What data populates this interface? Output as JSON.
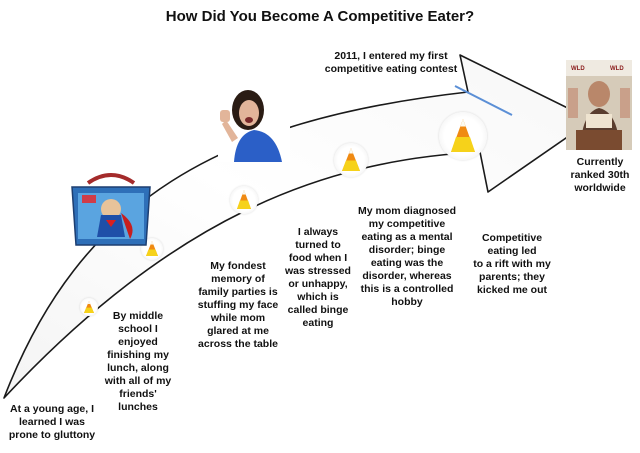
{
  "title": "How Did You Become A Competitive Eater?",
  "milestones": [
    {
      "text": "At a young age, I\nlearned I was\nprone to gluttony"
    },
    {
      "text": "By middle\nschool I\nenjoyed\nfinishing my\nlunch, along\nwith all of my\nfriends'\nlunches"
    },
    {
      "text": "My fondest\nmemory of\nfamily parties is\nstuffing my face\nwhile mom\nglared at me\nacross the table"
    },
    {
      "text": "I always\nturned to\nfood when I\nwas stressed\nor unhappy,\nwhich is\ncalled binge\neating"
    },
    {
      "text": "My mom diagnosed\nmy competitive\neating as a mental\ndisorder; binge\neating was the\ndisorder, whereas\nthis is a controlled\nhobby"
    },
    {
      "text": "Competitive\neating led\nto a rift with my\nparents; they\nkicked me out"
    }
  ],
  "callout": {
    "text": "2011, I entered my first\ncompetitive eating contest"
  },
  "endpoint": {
    "text": "Currently\nranked 30th\nworldwide"
  },
  "colors": {
    "arrow_outline": "#1a1a1a",
    "callout_line": "#5b8fd6",
    "candy_yellow": "#f6d21a",
    "candy_orange": "#f08a12",
    "candy_white": "#fbfbf2"
  },
  "icons": {
    "lunchbox": "superman-lunchbox-icon",
    "woman": "angry-woman-photo",
    "eater": "eating-contest-photo"
  }
}
